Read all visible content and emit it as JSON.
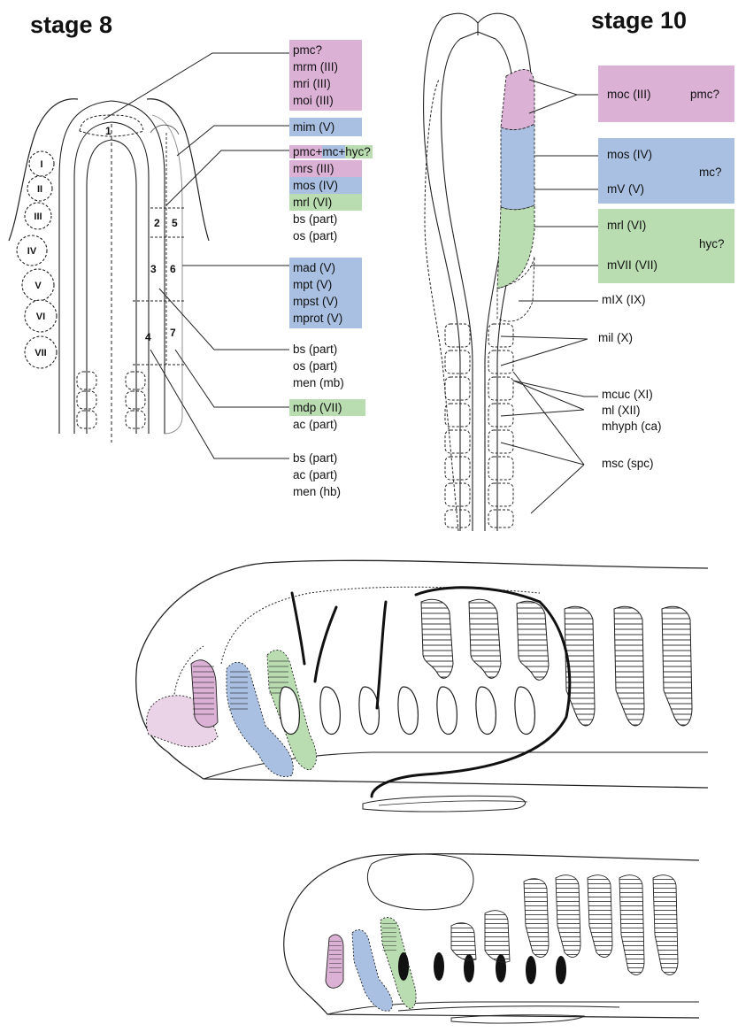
{
  "stage8": {
    "title": "stage 8",
    "regions": [
      "1",
      "2",
      "3",
      "4",
      "5",
      "6",
      "7"
    ],
    "somitomeres": [
      "I",
      "II",
      "III",
      "IV",
      "V",
      "VI",
      "VII"
    ],
    "labels": {
      "g1": [
        "pmc?",
        "mrm (III)",
        "mri (III)",
        "moi (III)"
      ],
      "g2": [
        "mim (V)"
      ],
      "g3a_p1": "pmc+",
      "g3a_p2": "mc+",
      "g3a_p3": "hyc?",
      "g3b": "mrs (III)",
      "g3c": "mos (IV)",
      "g3d": "mrl (VI)",
      "g3e": [
        "bs (part)",
        "os (part)"
      ],
      "g4": [
        "mad (V)",
        "mpt (V)",
        "mpst (V)",
        "mprot (V)"
      ],
      "g5": [
        "bs (part)",
        "os (part)",
        "men (mb)"
      ],
      "g6a": "mdp (VII)",
      "g6b": "ac (part)",
      "g7": [
        "bs (part)",
        "ac (part)",
        "men (hb)"
      ]
    }
  },
  "stage10": {
    "title": "stage 10",
    "labels": {
      "moc": "moc (III)",
      "pmc": "pmc?",
      "mos": "mos (IV)",
      "mV": "mV (V)",
      "mc": "mc?",
      "mrl": "mrl (VI)",
      "mVII": "mVII (VII)",
      "hyc": "hyc?",
      "mIX": "mIX (IX)",
      "mil": "mil (X)",
      "mcuc": "mcuc (XI)",
      "ml": "ml (XII)",
      "mhyph": "mhyph (ca)",
      "msc": "msc (spc)"
    }
  },
  "colors": {
    "pink": "#dcb1d6",
    "blue": "#a9c0e2",
    "green": "#b9dcb1"
  }
}
